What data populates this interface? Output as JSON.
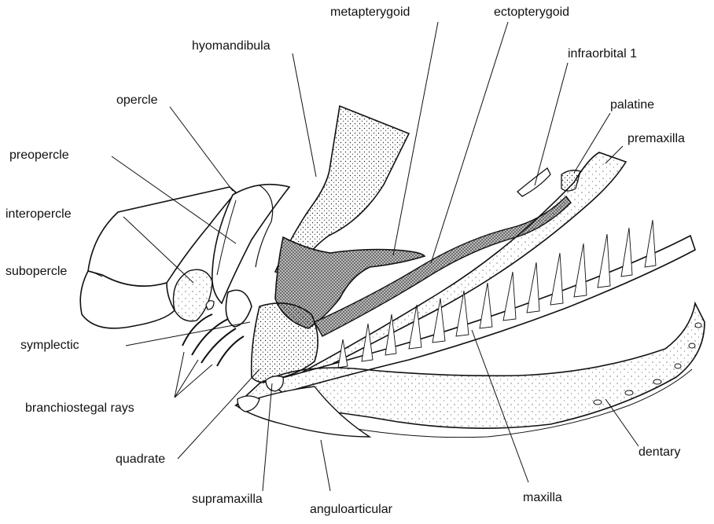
{
  "figure": {
    "labels": {
      "metapterygoid": "metapterygoid",
      "ectopterygoid": "ectopterygoid",
      "hyomandibula": "hyomandibula",
      "infraorbital_1": "infraorbital 1",
      "opercle": "opercle",
      "palatine": "palatine",
      "premaxilla": "premaxilla",
      "preopercle": "preopercle",
      "interopercle": "interopercle",
      "subopercle": "subopercle",
      "symplectic": "symplectic",
      "branchiostegal_rays": "branchiostegal rays",
      "quadrate": "quadrate",
      "dentary": "dentary",
      "supramaxilla": "supramaxilla",
      "anguloarticular": "anguloarticular",
      "maxilla": "maxilla"
    }
  }
}
